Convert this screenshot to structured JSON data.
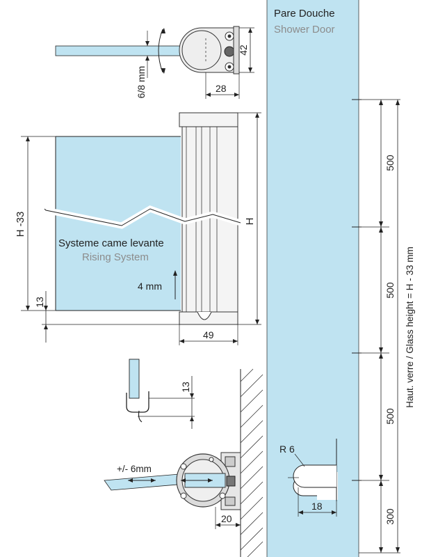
{
  "title": {
    "fr": "Pare Douche",
    "en": "Shower Door"
  },
  "rising_system": {
    "fr": "Systeme came levante",
    "en": "Rising System"
  },
  "dimensions": {
    "top_rot_thickness": "6/8 mm",
    "top_width": "28",
    "top_height": "42",
    "glass_h": "H -33",
    "total_h": "H",
    "bottom_13": "13",
    "rise": "4 mm",
    "profile_width": "49",
    "seal_13": "13",
    "adjust": "+/- 6mm",
    "wall_20": "20",
    "notch_radius": "R 6",
    "notch_width": "18",
    "seg1": "500",
    "seg2": "500",
    "seg3": "500",
    "seg4": "300",
    "glass_height": "Haut. verre  / Glass height = H - 33 mm"
  },
  "colors": {
    "glass": "#bfe3f1",
    "line": "#222222",
    "label_gray": "#8c8c8c"
  }
}
